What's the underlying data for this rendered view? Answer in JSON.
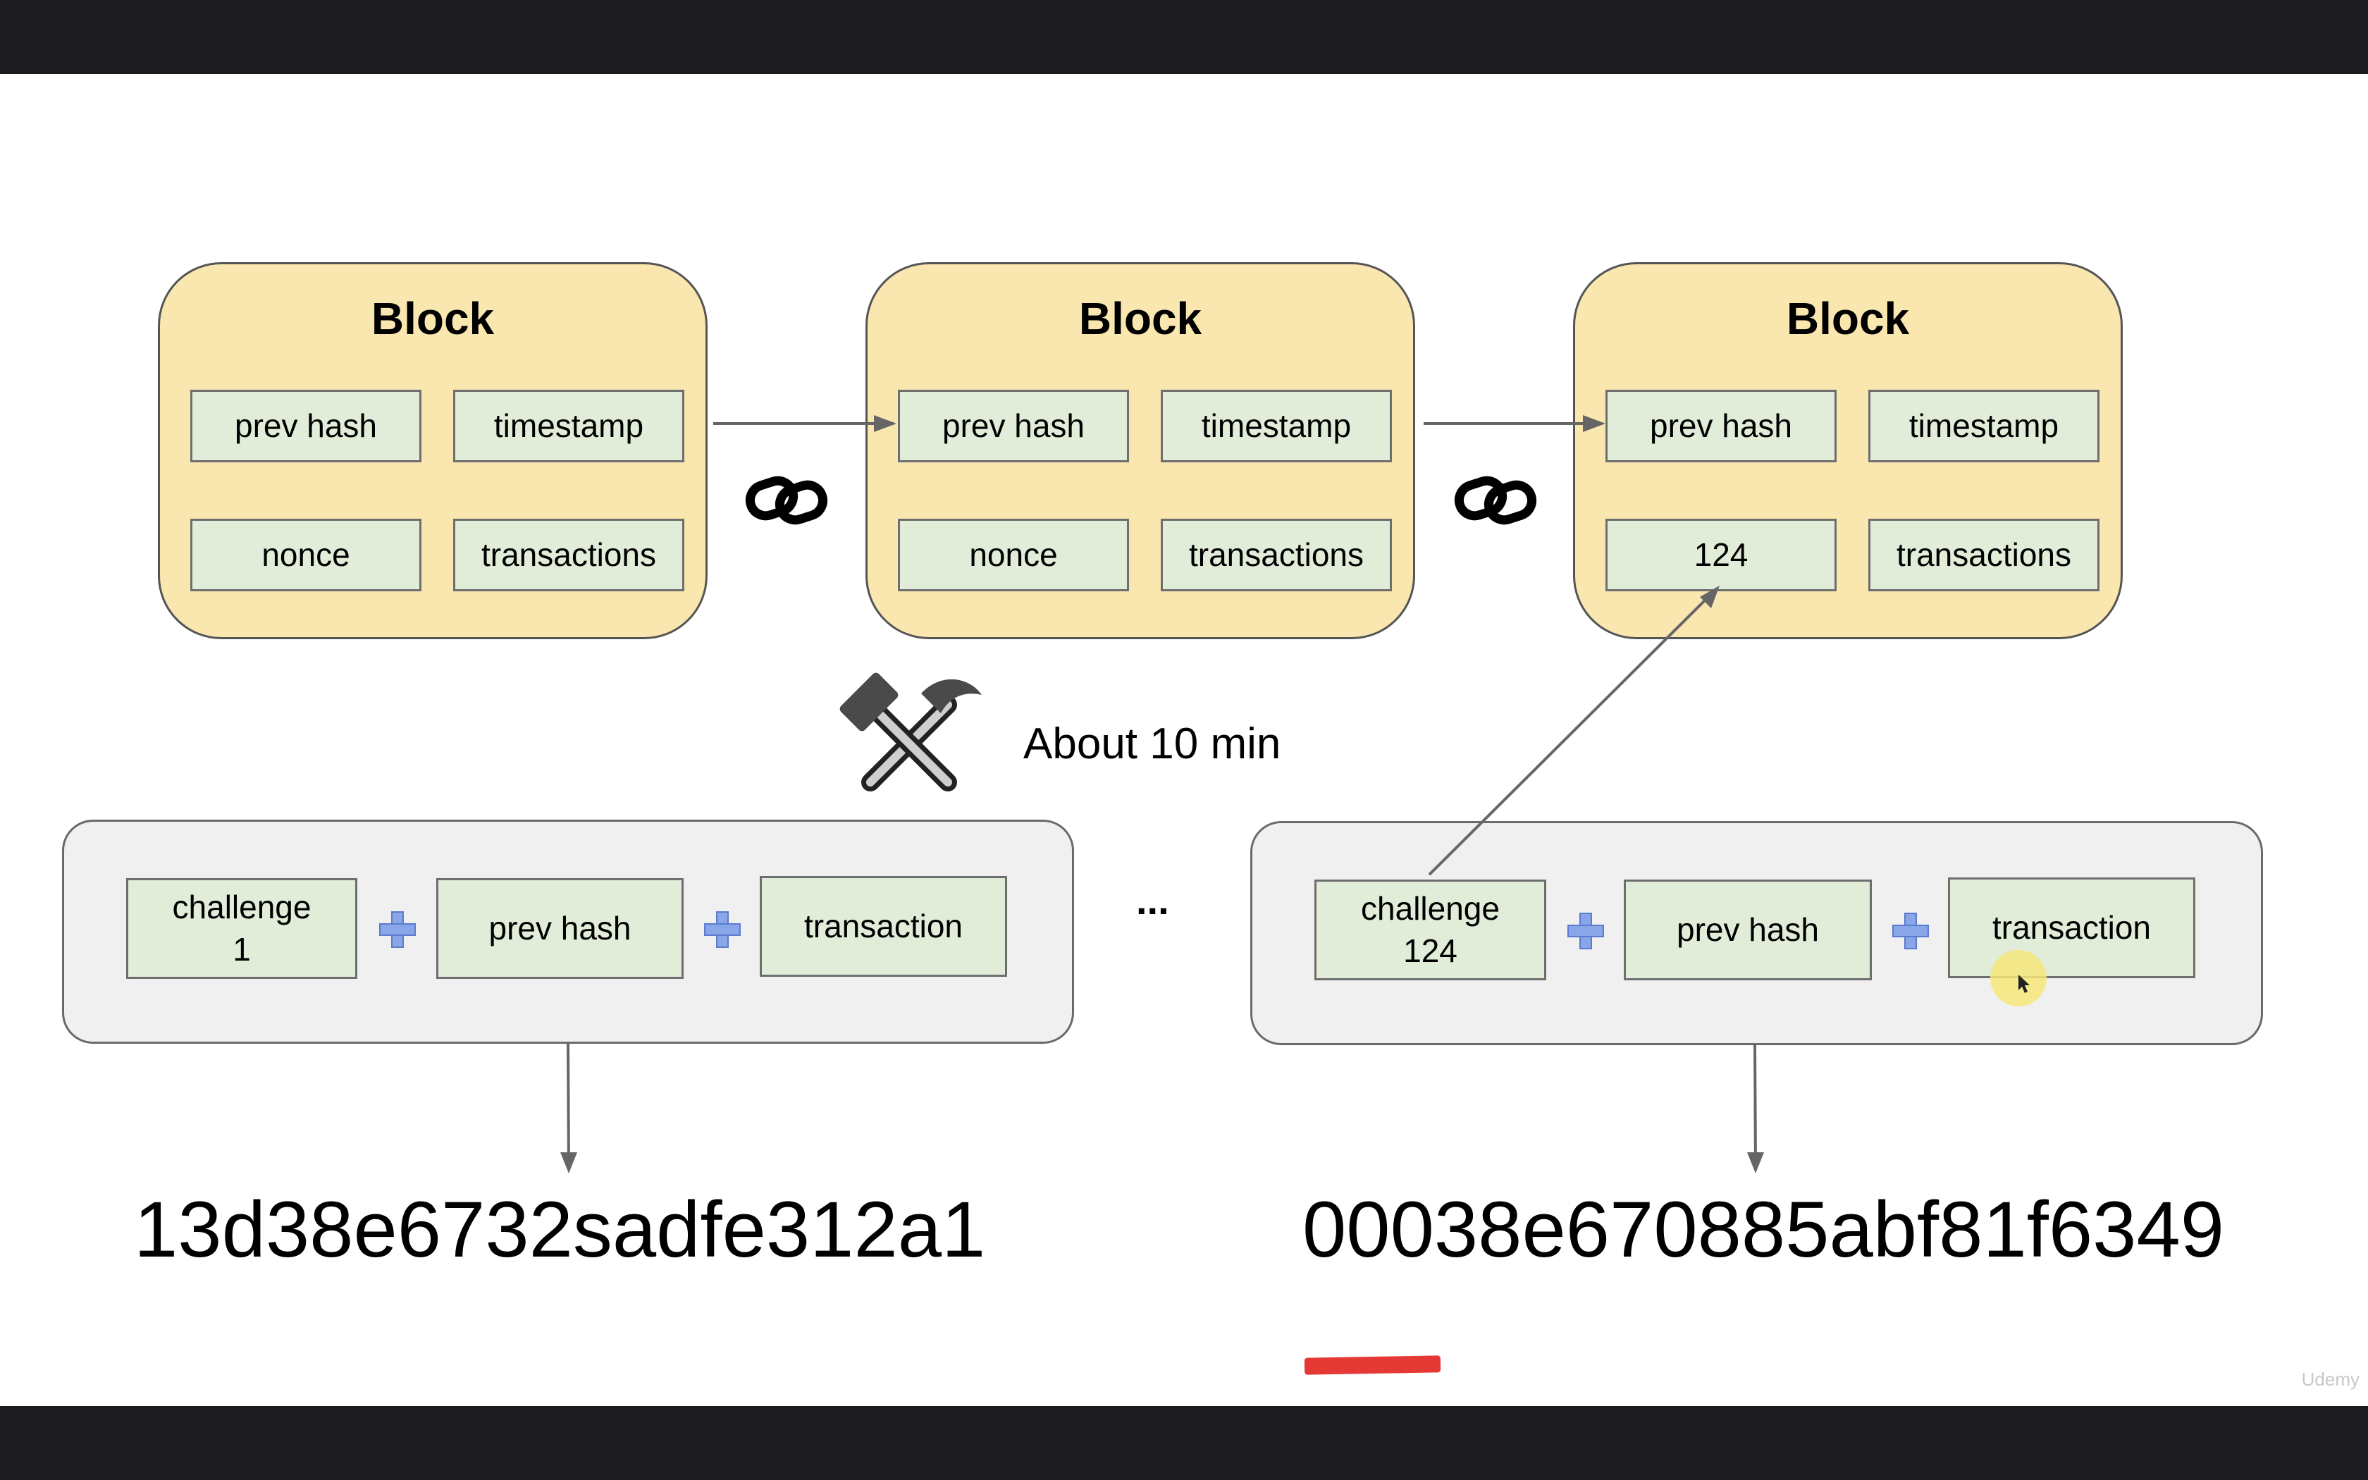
{
  "blocks": [
    {
      "title": "Block",
      "fields": [
        "prev hash",
        "timestamp",
        "nonce",
        "transactions"
      ]
    },
    {
      "title": "Block",
      "fields": [
        "prev hash",
        "timestamp",
        "nonce",
        "transactions"
      ]
    },
    {
      "title": "Block",
      "fields": [
        "prev hash",
        "timestamp",
        "124",
        "transactions"
      ]
    }
  ],
  "mining": {
    "duration_label": "About 10 min",
    "icon": "hammer-and-pick-icon"
  },
  "attempts": [
    {
      "challenge": "challenge\n1",
      "prev_hash": "prev hash",
      "transaction": "transaction",
      "hash": "13d38e6732sadfe312a1"
    },
    {
      "challenge": "challenge\n124",
      "prev_hash": "prev hash",
      "transaction": "transaction",
      "hash": "00038e670885abf81f6349"
    }
  ],
  "ellipsis": "...",
  "watermark": "Udemy",
  "colors": {
    "block_fill": "#fae7b0",
    "field_fill": "#e1ecd9",
    "panel_fill": "#f0f0f0",
    "plus": "#89a6e8",
    "underline": "#e53935",
    "cursor_highlight": "#f6e77a"
  }
}
